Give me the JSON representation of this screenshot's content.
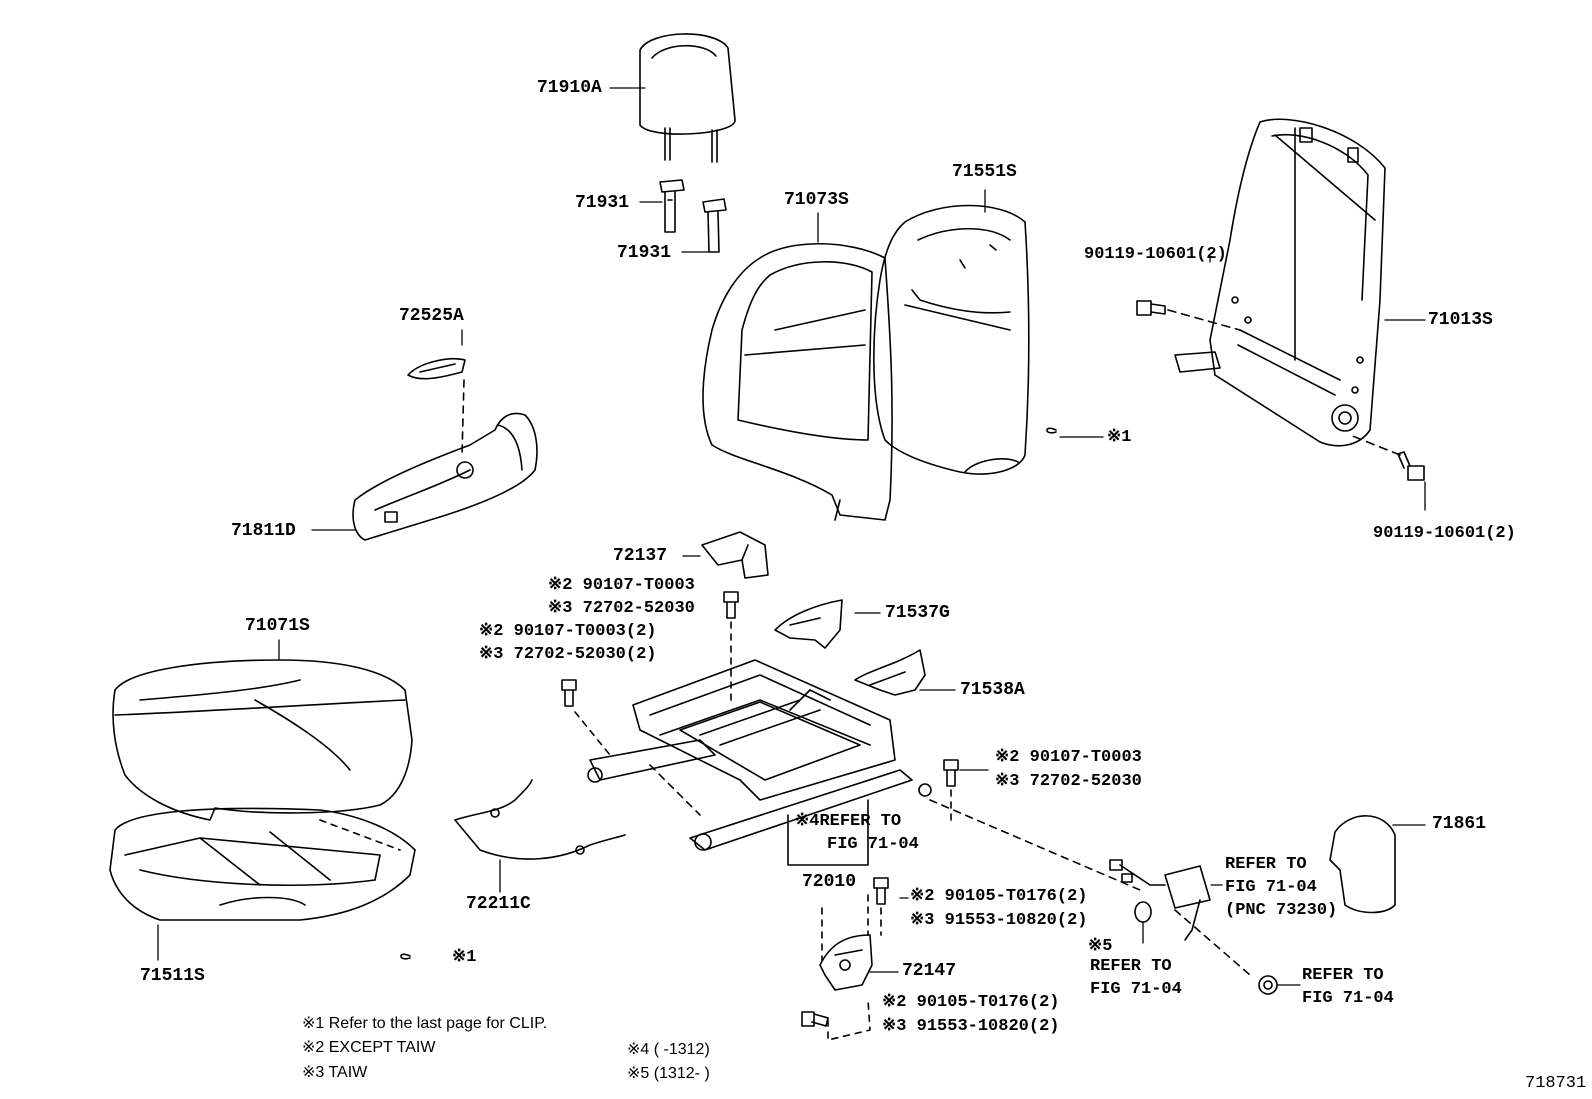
{
  "labels": {
    "headrest": "71910A",
    "headrest_support_1": "71931",
    "headrest_support_2": "71931",
    "back_cover": "71073S",
    "back_pad": "71551S",
    "back_frame": "71013S",
    "back_frame_bolt_top": "90119-10601(2)",
    "back_frame_bolt_bottom": "90119-10601(2)",
    "clip_back": "※1",
    "recliner_cover_knob": "72525A",
    "recliner_cover": "71811D",
    "cover_72137": "72137",
    "bolt_a_line1": "※2 90107-T0003",
    "bolt_a_line2": "※3 72702-52030",
    "bolt_b_line1": "※2 90107-T0003(2)",
    "bolt_b_line2": "※3 72702-52030(2)",
    "cushion_cover": "71071S",
    "cushion_pad": "71511S",
    "clip_cushion": "※1",
    "shield_71537g": "71537G",
    "shield_71538a": "71538A",
    "bolt_c_line1": "※2 90107-T0003",
    "bolt_c_line2": "※3 72702-52030",
    "adjuster_ref_line1": "※4REFER TO",
    "adjuster_ref_line2": "FIG 71-04",
    "adjuster": "72010",
    "cable": "72211C",
    "bracket": "72147",
    "bolt_d_line1": "※2 90105-T0176(2)",
    "bolt_d_line2": "※3 91553-10820(2)",
    "bolt_e_line1": "※2 90105-T0176(2)",
    "bolt_e_line2": "※3 91553-10820(2)",
    "side_cover": "71861",
    "belt_ref_line1": "REFER TO",
    "belt_ref_line2": "FIG 71-04",
    "belt_ref_line3": "(PNC 73230)",
    "ref5_line1": "※5",
    "ref5_line2": "REFER TO",
    "ref5_line3": "FIG 71-04",
    "nut_ref_line1": "REFER TO",
    "nut_ref_line2": "FIG 71-04"
  },
  "notes": {
    "note1": "※1 Refer to the last page for CLIP.",
    "note2": "※2 EXCEPT TAIW",
    "note3": "※3 TAIW",
    "note4": "※4 (       -1312)",
    "note5": "※5 (1312-        )"
  },
  "figure_number": "718731"
}
